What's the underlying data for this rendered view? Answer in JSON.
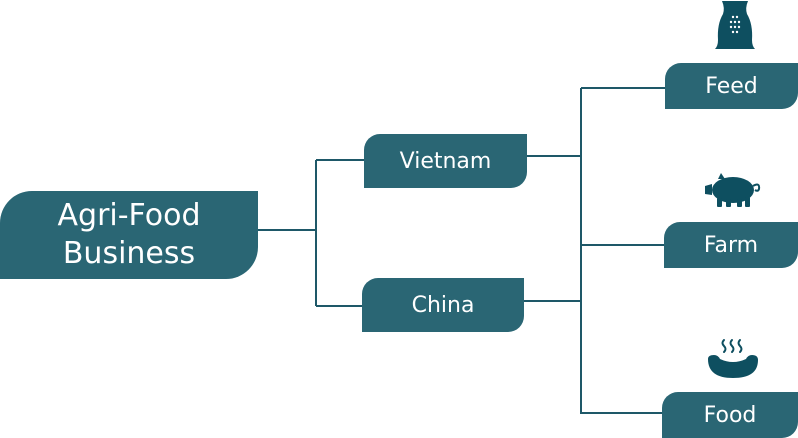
{
  "diagram": {
    "root": {
      "label": "Agri-Food\nBusiness"
    },
    "countries": [
      {
        "label": "Vietnam"
      },
      {
        "label": "China"
      }
    ],
    "segments": [
      {
        "label": "Feed",
        "icon": "feed-sack-icon"
      },
      {
        "label": "Farm",
        "icon": "pig-icon"
      },
      {
        "label": "Food",
        "icon": "sausage-icon"
      }
    ],
    "colors": {
      "node_fill": "#2a6674",
      "connector": "#1e5868",
      "icon": "#0e4f60",
      "text": "#ffffff"
    }
  }
}
